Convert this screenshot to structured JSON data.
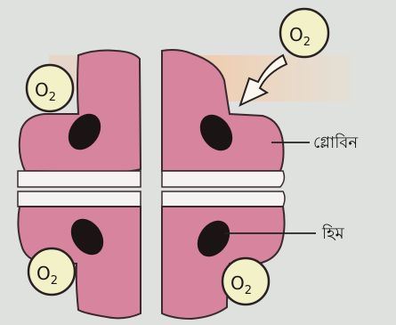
{
  "figure": {
    "oxygen_label": "O",
    "oxygen_subscript": "2",
    "labels": {
      "globin": "গ্লোবিন",
      "heme": "হিম"
    }
  },
  "colors": {
    "background": "#dfe1df",
    "globin_fill": "#d7849f",
    "subunit_outline": "#3a2a30",
    "heme": "#1a1414",
    "oxygen_fill": "#f2f1c8",
    "arrow_glow": "#f3c4a0"
  }
}
